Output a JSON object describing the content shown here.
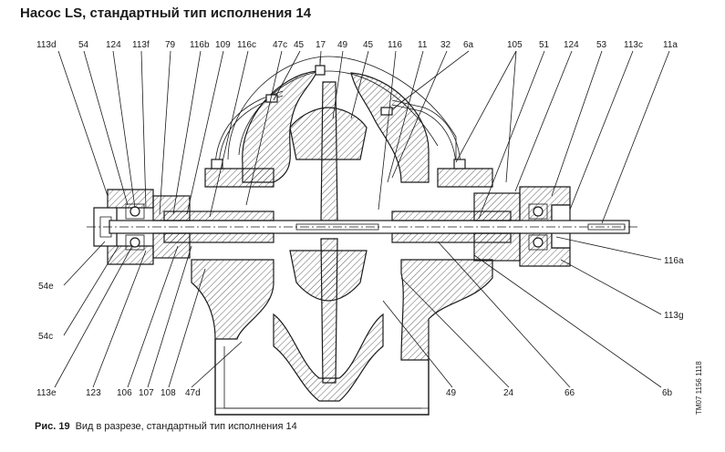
{
  "title": "Насос LS, стандартный тип исполнения 14",
  "caption": {
    "fig_label": "Рис. 19",
    "text": "Вид в разрезе, стандартный тип исполнения 14"
  },
  "drawing_code": "TM07 1156 1118",
  "labels_top": [
    "113d",
    "54",
    "124",
    "113f",
    "79",
    "116b",
    "109",
    "116c",
    "47c",
    "45",
    "17",
    "49",
    "45",
    "116",
    "11",
    "32",
    "6a",
    "105",
    "51",
    "124",
    "53",
    "113c",
    "11a"
  ],
  "labels_right": [
    "116a",
    "113g",
    "6b"
  ],
  "labels_left": [
    "54e",
    "54c"
  ],
  "labels_bottom": [
    "113e",
    "123",
    "106",
    "107",
    "108",
    "47d",
    "49",
    "24",
    "66"
  ]
}
